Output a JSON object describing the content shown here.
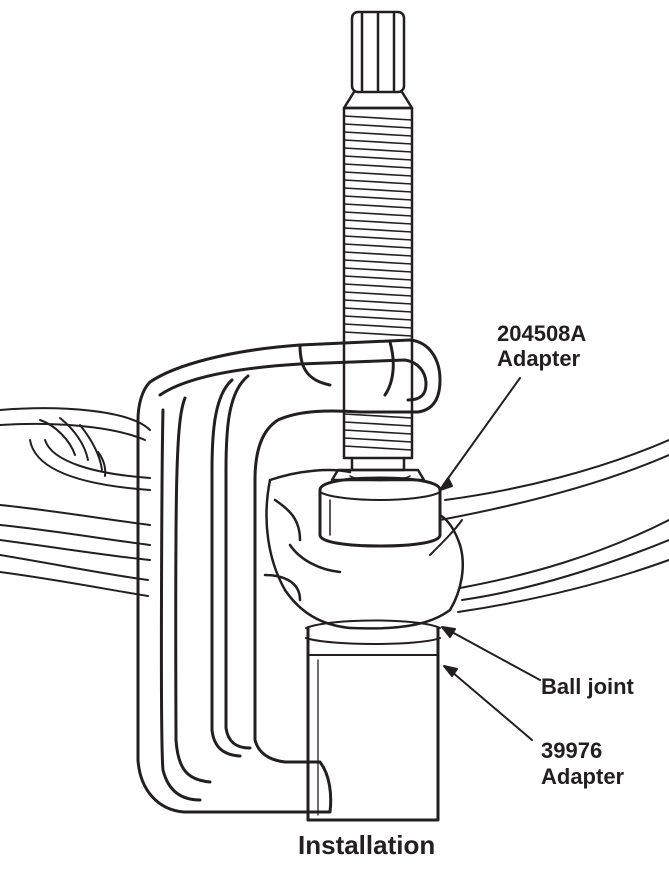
{
  "labels": {
    "adapter_top_number": "204508A",
    "adapter_top_word": "Adapter",
    "ball_joint": "Ball joint",
    "adapter_bottom_number": "39976",
    "adapter_bottom_word": "Adapter"
  },
  "caption": "Installation",
  "colors": {
    "ink": "#231f20",
    "paper": "#ffffff"
  }
}
